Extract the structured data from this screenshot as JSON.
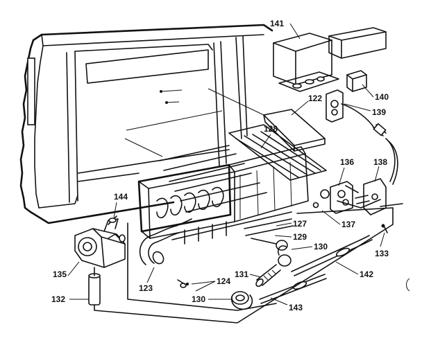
{
  "callouts": [
    {
      "id": "p141",
      "text": "141"
    },
    {
      "id": "p140",
      "text": "140"
    },
    {
      "id": "p139",
      "text": "139"
    },
    {
      "id": "p122",
      "text": "122"
    },
    {
      "id": "p128",
      "text": "128"
    },
    {
      "id": "p136",
      "text": "136"
    },
    {
      "id": "p138",
      "text": "138"
    },
    {
      "id": "p144",
      "text": "144"
    },
    {
      "id": "p127",
      "text": "127"
    },
    {
      "id": "p137",
      "text": "137"
    },
    {
      "id": "p129",
      "text": "129"
    },
    {
      "id": "p130a",
      "text": "130"
    },
    {
      "id": "p133",
      "text": "133"
    },
    {
      "id": "p135",
      "text": "135"
    },
    {
      "id": "p131",
      "text": "131"
    },
    {
      "id": "p142",
      "text": "142"
    },
    {
      "id": "p124",
      "text": "124"
    },
    {
      "id": "p123",
      "text": "123"
    },
    {
      "id": "p132",
      "text": "132"
    },
    {
      "id": "p130b",
      "text": "130"
    },
    {
      "id": "p143",
      "text": "143"
    }
  ]
}
